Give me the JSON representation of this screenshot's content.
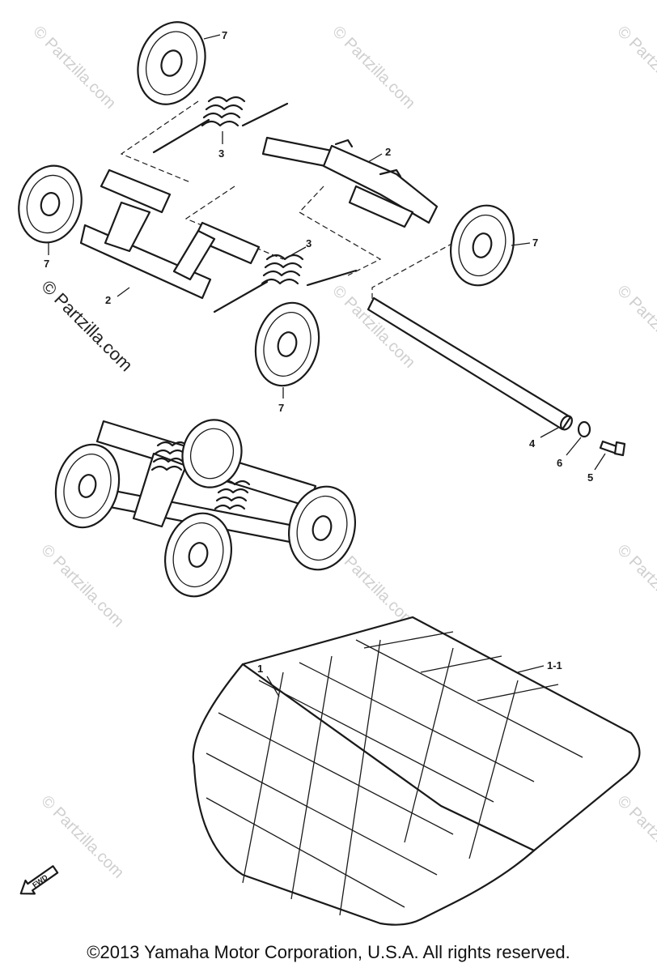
{
  "watermark": "© Partzilla.com",
  "callouts": {
    "track": "1",
    "track_qty": "1-1",
    "shaft_upper": "2",
    "shaft_lower": "2",
    "spring_upper": "3",
    "spring_lower": "3",
    "rod": "4",
    "bolt": "5",
    "washer": "6",
    "wheel_top": "7",
    "wheel_left": "7",
    "wheel_right": "7",
    "wheel_bottom": "7"
  },
  "fwd_label": "FWD",
  "copyright": "©2013 Yamaha Motor Corporation, U.S.A. All rights reserved."
}
